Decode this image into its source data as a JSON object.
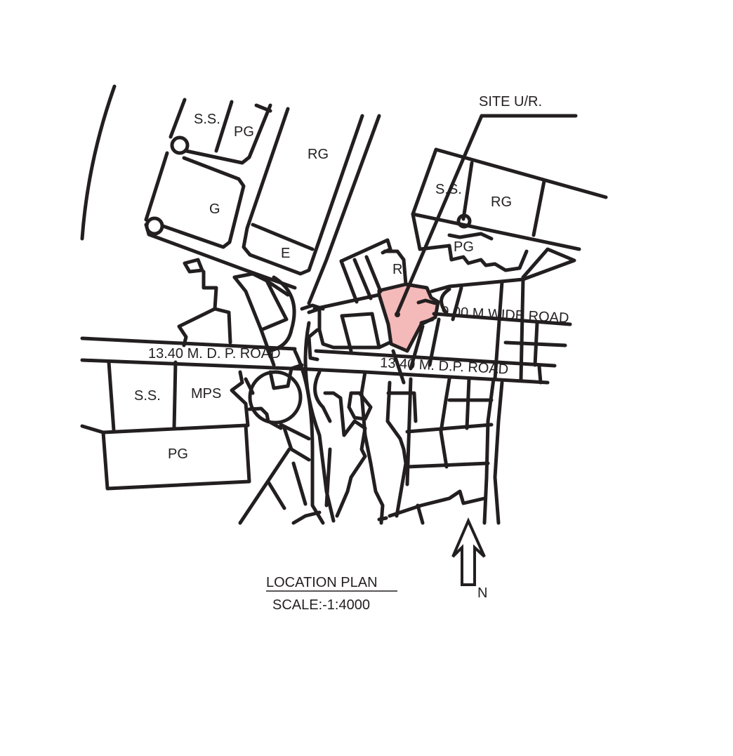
{
  "map": {
    "labels": {
      "ss_top": "S.S.",
      "pg_top": "PG",
      "rg_top": "RG",
      "g": "G",
      "e": "E",
      "r": "R",
      "ss_right": "S.S.",
      "rg_right": "RG",
      "pg_right": "PG",
      "ss_left": "S.S.",
      "mps": "MPS",
      "pg_left": "PG"
    },
    "roads": {
      "dp_road_left": "13.40 M. D. P. ROAD",
      "dp_road_right": "13.40 M. D.P. ROAD",
      "wide_road": "9.00 M WIDE ROAD"
    },
    "site_label": "SITE U/R.",
    "site_color": "#f4b9b9",
    "north_label": "N"
  },
  "title": {
    "heading": "LOCATION PLAN",
    "scale": "SCALE:-1:4000"
  }
}
